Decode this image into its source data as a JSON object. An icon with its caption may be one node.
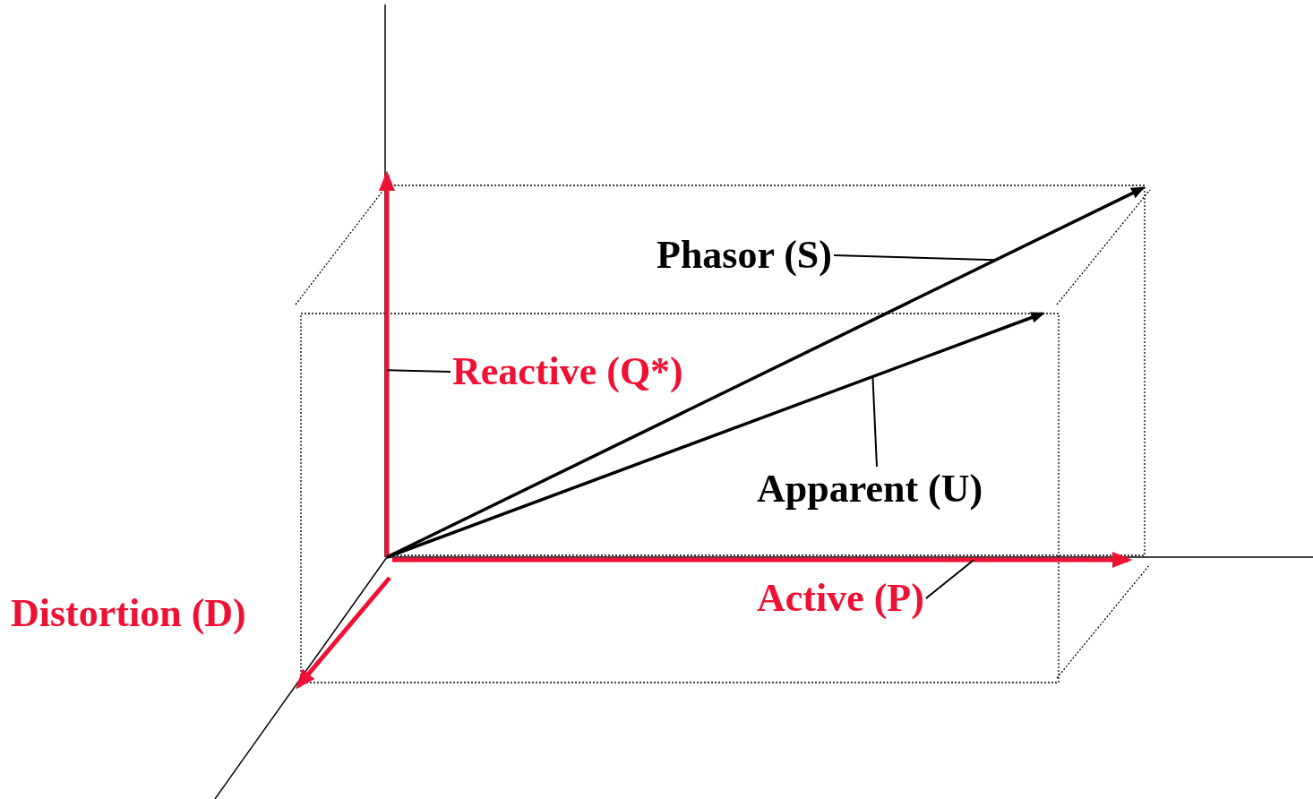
{
  "diagram": {
    "nodes": [
      {
        "text": [
          "Phasor (S)"
        ]
      },
      {
        "text": [
          "Reactive (Q*)"
        ]
      },
      {
        "text": [
          "Apparent (U)"
        ]
      },
      {
        "text": [
          "Active (P)"
        ]
      }
    ],
    "edges": [
      {
        "from": 0,
        "to": null,
        "arrow": "none"
      },
      {
        "from": 1,
        "to": null,
        "arrow": "none"
      },
      {
        "from": 2,
        "to": null,
        "arrow": "none"
      },
      {
        "from": 3,
        "to": null,
        "arrow": "none"
      }
    ],
    "labels": [
      "Distortion (D)"
    ]
  }
}
